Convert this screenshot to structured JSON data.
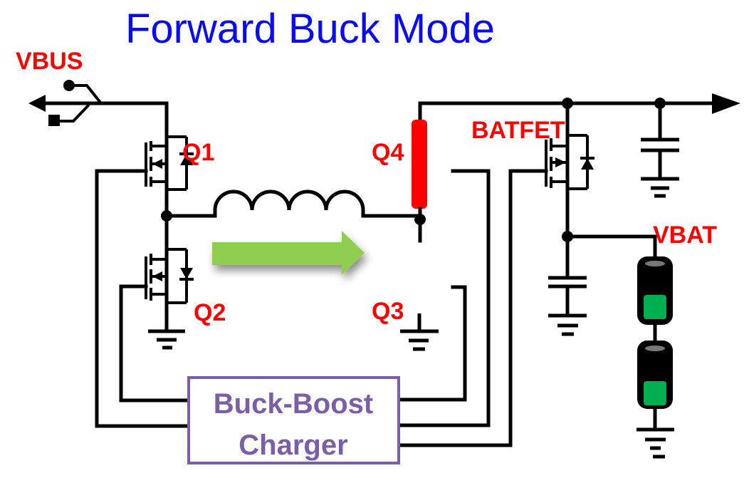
{
  "title": "Forward Buck Mode",
  "labels": {
    "vbus": "VBUS",
    "q1": "Q1",
    "q2": "Q2",
    "q3": "Q3",
    "q4": "Q4",
    "batfet": "BATFET",
    "vbat": "VBAT"
  },
  "charger": {
    "line1": "Buck-Boost",
    "line2": "Charger"
  },
  "components": [
    "usb-connector",
    "Q1",
    "Q2",
    "inductor",
    "Q3",
    "Q4",
    "BATFET",
    "output-capacitor",
    "battery-capacitor",
    "battery-cell-1",
    "battery-cell-2"
  ],
  "state": {
    "mode": "Forward Buck",
    "q4": "on (highlighted)",
    "q3": "off (open)",
    "current_flow": "VBUS to output via inductor"
  },
  "colors": {
    "title": "#0a0af5",
    "label": "#ff0000",
    "q4_highlight": "#ff0000",
    "current_arrow": "#8fcf50",
    "charger_border": "#7a5ea8",
    "charger_text": "#7a5ea8",
    "battery_fill": "#00b050"
  }
}
